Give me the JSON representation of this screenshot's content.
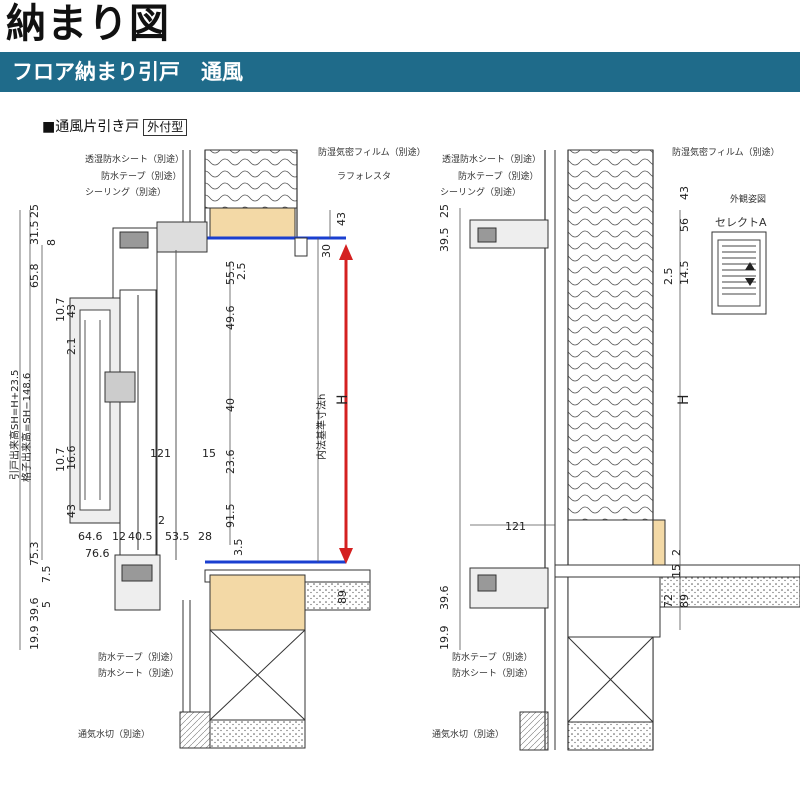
{
  "title": "納まり図",
  "banner": "フロア納まり引戸　通風",
  "section": {
    "label": "■通風片引き戸",
    "type_box": "外付型"
  },
  "left_labels": {
    "moisture_sheet": "透湿防水シート（別途）",
    "waterproof_tape_top": "防水テープ（別途）",
    "sealing": "シーリング（別途）",
    "vapor_film": "防湿気密フィルム（別途）",
    "lath": "ラフォレスタ",
    "waterproof_tape_bottom": "防水テープ（別途）",
    "waterproof_sheet": "防水シート（別途）",
    "vent_drip": "通気水切（別途）"
  },
  "right_labels": {
    "moisture_sheet": "透湿防水シート（別途）",
    "waterproof_tape_top": "防水テープ（別途）",
    "sealing": "シーリング（別途）",
    "vapor_film": "防湿気密フィルム（別途）",
    "exterior_view": "外観姿図",
    "select_a": "セレクトA",
    "waterproof_tape_bottom": "防水テープ（別途）",
    "waterproof_sheet": "防水シート（別途）",
    "vent_drip": "通気水切（別途）"
  },
  "left_dims": {
    "d31_5": "31.5",
    "d25": "25",
    "d8": "8",
    "d65_8": "65.8",
    "d43a": "43",
    "d10_7a": "10.7",
    "d2_1": "2.1",
    "d16_6": "16.6",
    "d10_7b": "10.7",
    "d43b": "43",
    "d75_3": "75.3",
    "d7_5": "7.5",
    "d39_6": "39.6",
    "d5": "5",
    "d19_9": "19.9",
    "d43r": "43",
    "d30": "30",
    "d55_5": "55.5",
    "d2_5": "2.5",
    "d49_6": "49.6",
    "d40": "40",
    "d23_6": "23.6",
    "d91_5": "91.5",
    "d3_5": "3.5",
    "d89": "89",
    "d121": "121",
    "d15": "15",
    "d2": "2",
    "d64_6": "64.6",
    "d12": "12",
    "d40_5": "40.5",
    "d53_5": "53.5",
    "d28": "28",
    "d76_6": "76.6",
    "sh_label": "引戸出来高SH=H+23.5",
    "shh_label": "格子出来高=SH−148.6",
    "inner_label": "内法基準寸法h",
    "H": "H"
  },
  "right_dims": {
    "d39_5": "39.5",
    "d25": "25",
    "d56": "56",
    "d43": "43",
    "d2_5": "2.5",
    "d14_5": "14.5",
    "H": "H",
    "d121": "121",
    "d15": "15",
    "d2": "2",
    "d39_6": "39.6",
    "d72": "72",
    "d89": "89",
    "d19_9": "19.9"
  },
  "colors": {
    "banner": "#1f6b8a",
    "wood": "#f3d9a6",
    "blue_line": "#1a3fd0",
    "red_arrow": "#d42020"
  }
}
